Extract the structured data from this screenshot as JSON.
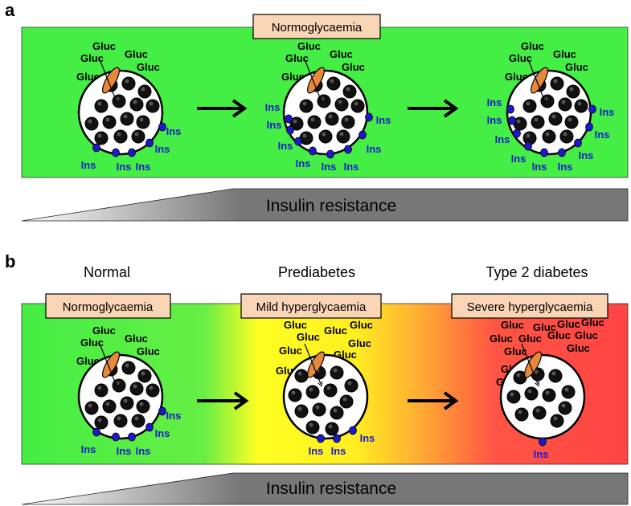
{
  "panel_a": {
    "letter": "a",
    "state_label": "Normoglycaemia",
    "cells": [
      {
        "gluc_labels": [
          "Gluc",
          "Gluc",
          "Gluc",
          "Gluc",
          "Gluc"
        ],
        "ins_labels": [
          "Ins",
          "Ins",
          "Ins",
          "Ins",
          "Ins"
        ]
      },
      {
        "gluc_labels": [
          "Gluc",
          "Gluc",
          "Gluc",
          "Gluc",
          "Gluc"
        ],
        "ins_labels": [
          "Ins",
          "Ins",
          "Ins",
          "Ins",
          "Ins",
          "Ins",
          "Ins",
          "Ins"
        ]
      },
      {
        "gluc_labels": [
          "Gluc",
          "Gluc",
          "Gluc",
          "Gluc",
          "Gluc"
        ],
        "ins_labels": [
          "Ins",
          "Ins",
          "Ins",
          "Ins",
          "Ins",
          "Ins",
          "Ins",
          "Ins",
          "Ins"
        ]
      }
    ],
    "gradient_label": "Insulin resistance"
  },
  "panel_b": {
    "letter": "b",
    "stages": [
      {
        "title": "Normal",
        "state_label": "Normoglycaemia"
      },
      {
        "title": "Prediabetes",
        "state_label": "Mild hyperglycaemia"
      },
      {
        "title": "Type 2 diabetes",
        "state_label": "Severe hyperglycaemia"
      }
    ],
    "cells": [
      {
        "gluc_labels": [
          "Gluc",
          "Gluc",
          "Gluc",
          "Gluc",
          "Gluc"
        ],
        "ins_labels": [
          "Ins",
          "Ins",
          "Ins",
          "Ins",
          "Ins"
        ]
      },
      {
        "gluc_labels": [
          "Gluc",
          "Gluc",
          "Gluc",
          "Gluc",
          "Gluc",
          "Gluc",
          "Gluc",
          "Gluc"
        ],
        "ins_labels": [
          "Ins",
          "Ins",
          "Ins"
        ]
      },
      {
        "gluc_labels": [
          "Gluc",
          "Gluc",
          "Gluc",
          "Gluc",
          "Gluc",
          "Gluc",
          "Gluc",
          "Gluc",
          "Gluc",
          "Gluc",
          "Gluc",
          "Gluc"
        ],
        "ins_labels": [
          "Ins"
        ]
      }
    ],
    "gradient_label": "Insulin resistance"
  },
  "colors": {
    "green": "#44ee44",
    "yellow": "#ffff22",
    "orange": "#ffaa33",
    "red": "#ff4444",
    "label_box_fill": "#fad5b5",
    "ins_blue": "#1a1acc",
    "glucagon_cell": "#e8883a"
  }
}
